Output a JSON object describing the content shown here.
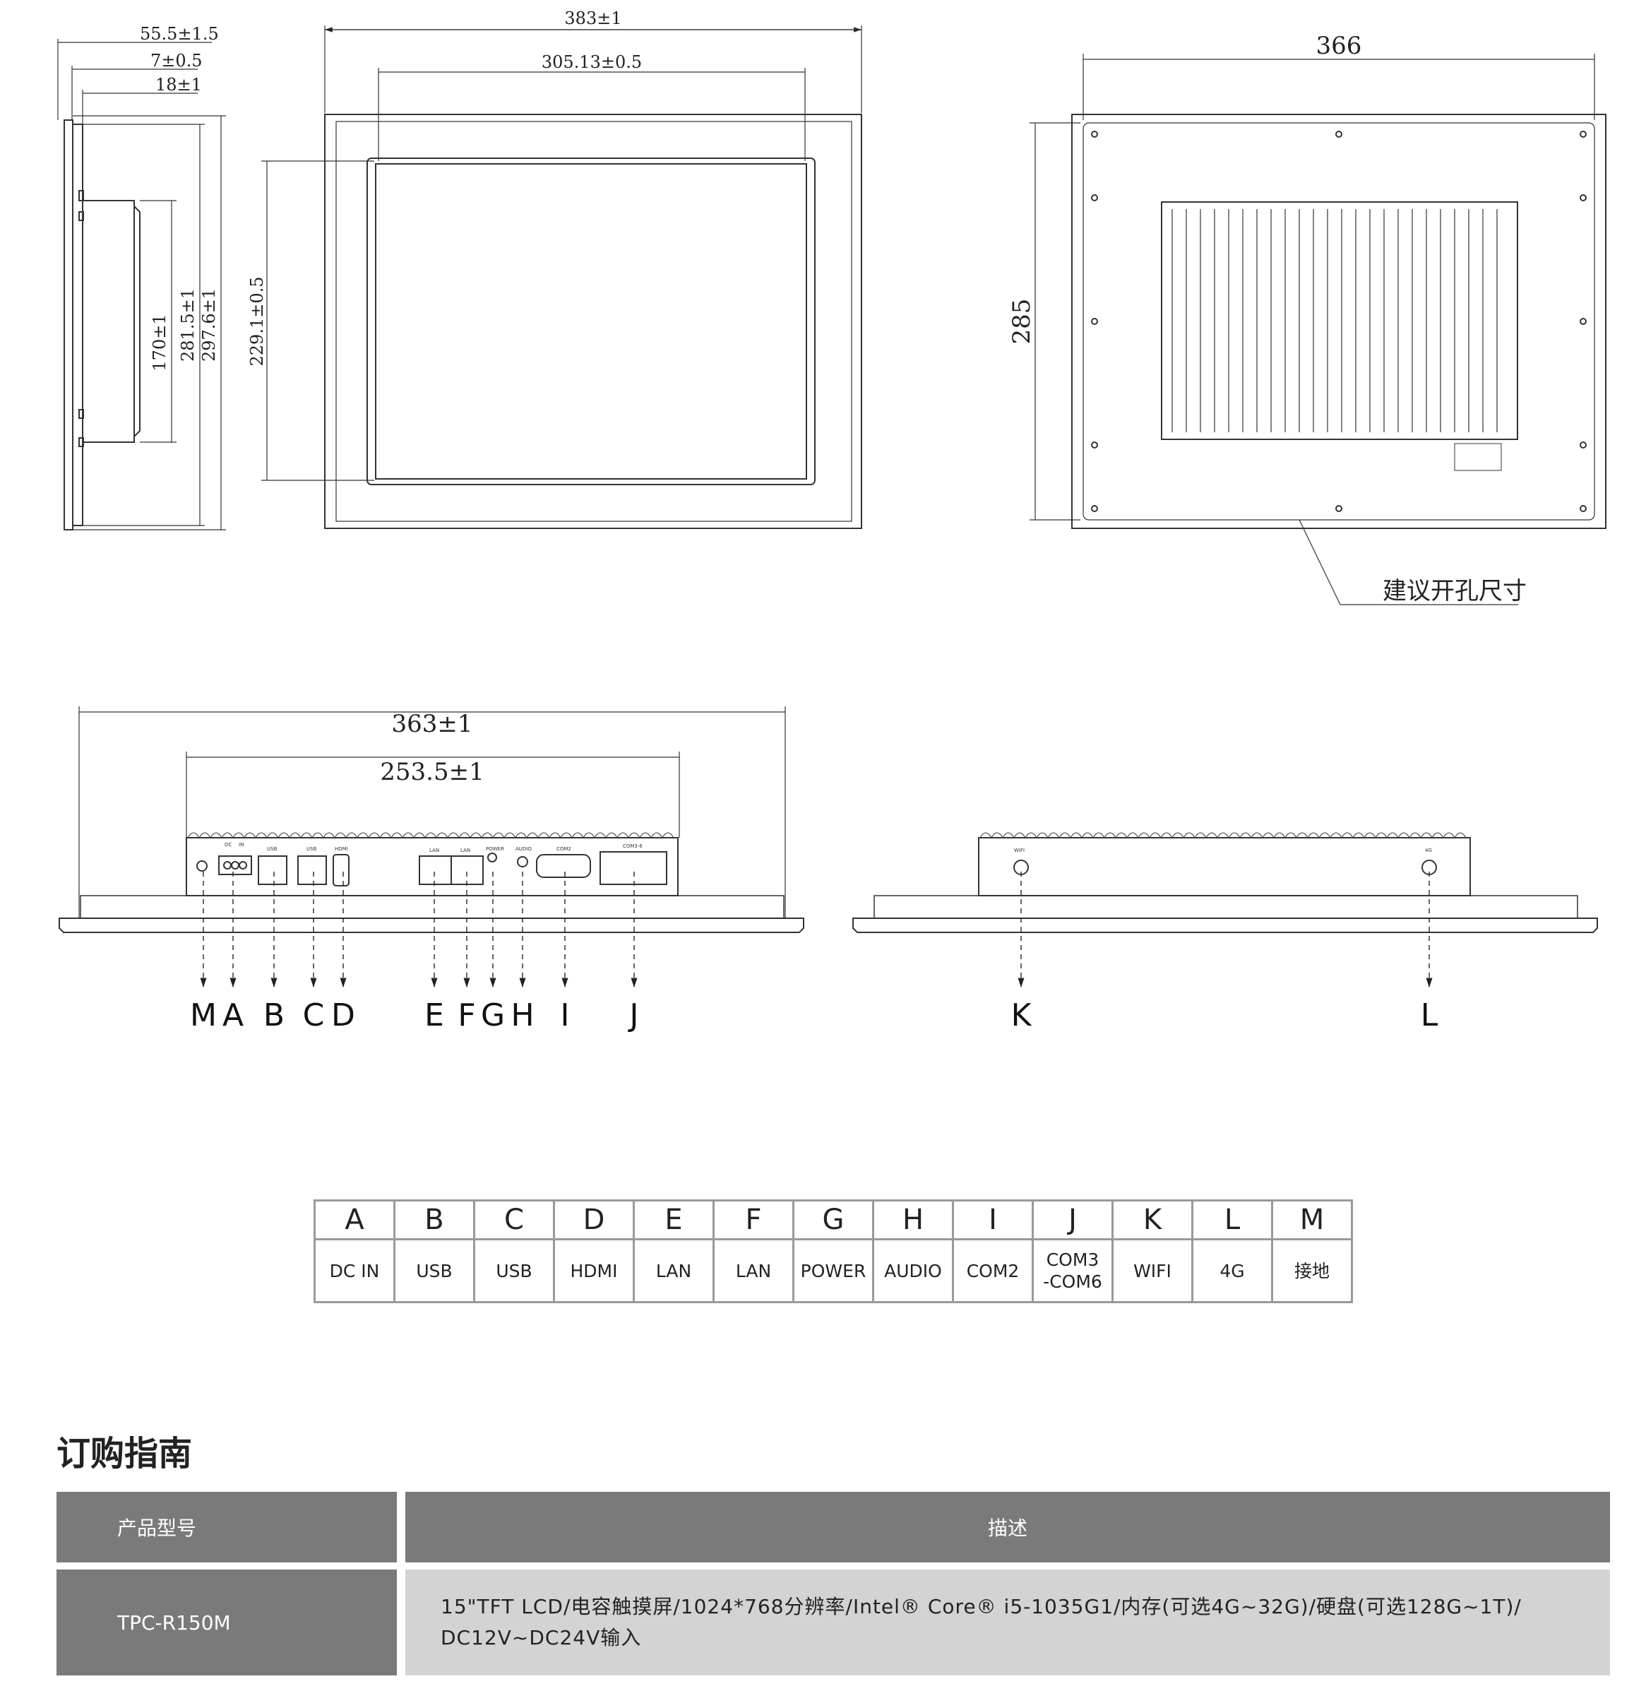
{
  "drawing": {
    "side_view_dims": [
      "55.5±1.5",
      "7±0.5",
      "18±1",
      "170±1",
      "281.5±1",
      "297.6±1"
    ],
    "front_view_dims": [
      "383±1",
      "305.13±0.5",
      "229.1±0.5"
    ],
    "rear_view_dims": [
      "366",
      "285"
    ],
    "cutout_note": "建议开孔尺寸",
    "bottom_view_dims": [
      "363±1",
      "253.5±1"
    ],
    "port_panel_labels": [
      "DC",
      "IN",
      "USB",
      "USB",
      "HDMI",
      "LAN",
      "LAN",
      "POWER",
      "AUDIO",
      "COM2",
      "COM3-6",
      "WIFI",
      "4G"
    ],
    "left_callouts": [
      "M",
      "A",
      "B",
      "C",
      "D",
      "E",
      "F",
      "G",
      "H",
      "I",
      "J"
    ],
    "right_callouts": [
      "K",
      "L"
    ]
  },
  "port_table": {
    "letters": [
      "A",
      "B",
      "C",
      "D",
      "E",
      "F",
      "G",
      "H",
      "I",
      "J",
      "K",
      "L",
      "M"
    ],
    "names": [
      [
        "DC IN"
      ],
      [
        "USB"
      ],
      [
        "USB"
      ],
      [
        "HDMI"
      ],
      [
        "LAN"
      ],
      [
        "LAN"
      ],
      [
        "POWER"
      ],
      [
        "AUDIO"
      ],
      [
        "COM2"
      ],
      [
        "COM3",
        "-COM6"
      ],
      [
        "WIFI"
      ],
      [
        "4G"
      ],
      [
        "接地"
      ]
    ]
  },
  "ordering": {
    "title": "订购指南",
    "header_model": "产品型号",
    "header_desc": "描述",
    "model": "TPC-R150M",
    "desc_line1": "15\"TFT LCD/电容触摸屏/1024*768分辨率/Intel® Core®  i5-1035G1/内存(可选4G~32G)/硬盘(可选128G~1T)/",
    "desc_line2": "DC12V~DC24V输入"
  }
}
